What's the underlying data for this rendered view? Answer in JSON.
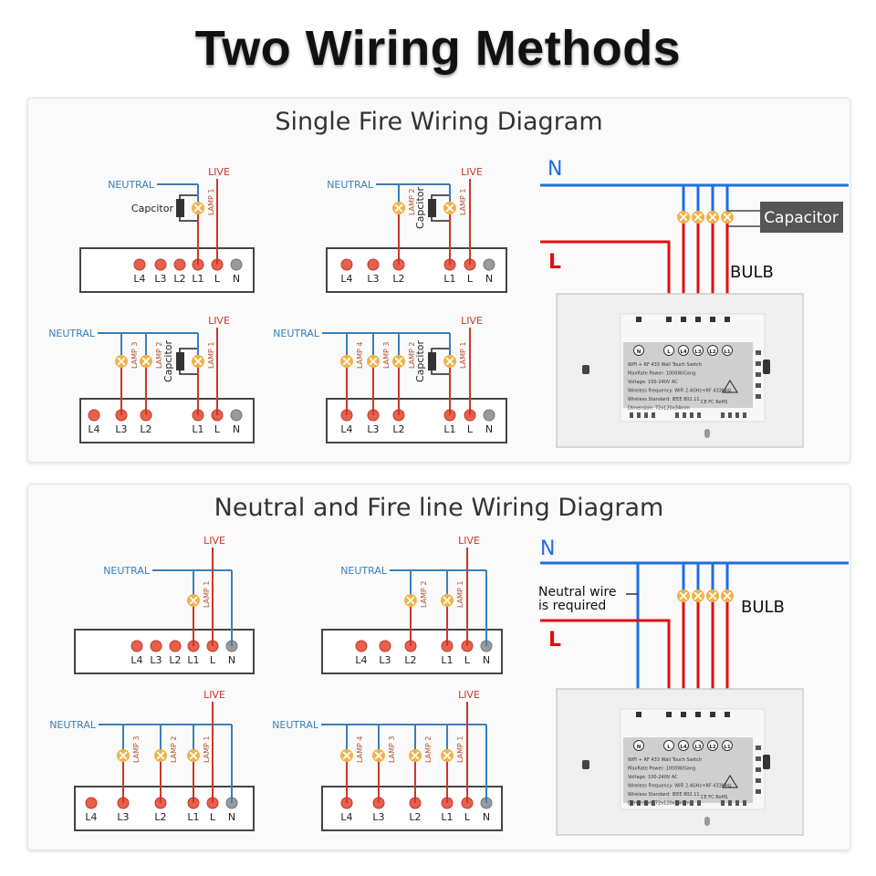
{
  "title": "Two Wiring Methods",
  "colors": {
    "neutral": "#3a7fb8",
    "live": "#c9372c",
    "lamp": "#f0b24a",
    "terminal": "#e8604c",
    "terminal_n": "#9a9a9a",
    "n_line": "#1f6fe0",
    "l_line": "#e01010",
    "capacitor_box": "#555555"
  },
  "labels": {
    "neutral": "NEUTRAL",
    "live": "LIVE",
    "capacitor_small": "Capcitor",
    "terminals": [
      "L4",
      "L3",
      "L2",
      "L1",
      "L",
      "N"
    ],
    "lamps": [
      "LAMP 1",
      "LAMP 2",
      "LAMP 3",
      "LAMP 4"
    ]
  },
  "single_fire": {
    "heading": "Single Fire Wiring Diagram",
    "diagrams": [
      {
        "lamps": 1,
        "capacitor": true
      },
      {
        "lamps": 2,
        "capacitor": true
      },
      {
        "lamps": 3,
        "capacitor": true
      },
      {
        "lamps": 4,
        "capacitor": true
      }
    ],
    "right": {
      "n_label": "N",
      "l_label": "L",
      "capacitor_label": "Capacitor",
      "bulb_label": "BULB"
    }
  },
  "neutral_fire": {
    "heading": "Neutral and Fire line Wiring Diagram",
    "diagrams": [
      {
        "lamps": 1,
        "capacitor": false
      },
      {
        "lamps": 2,
        "capacitor": false
      },
      {
        "lamps": 3,
        "capacitor": false
      },
      {
        "lamps": 4,
        "capacitor": false
      }
    ],
    "right": {
      "n_label": "N",
      "l_label": "L",
      "note_line1": "Neutral wire",
      "note_line2": "is required",
      "bulb_label": "BULB"
    }
  },
  "switch_label": {
    "terminal_marks": [
      "N",
      "L",
      "L4",
      "L3",
      "L2",
      "L1"
    ],
    "lines": [
      "WiFi + RF 433 Wall Touch Switch",
      "MaxRate Power: 1000W/Gang",
      "Voltage: 100-240V AC",
      "Wireless Frequency: WiFi 2.4GHz+RF 433MHz",
      "Wireless Standard: IEEE 802.11",
      "Dimension: 72x120x34mm"
    ],
    "certs": "CE FC RoHS"
  }
}
